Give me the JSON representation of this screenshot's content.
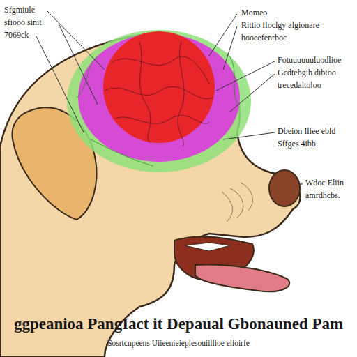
{
  "diagram": {
    "title": "ggpeanioa PangIact it Depaual Gbonauned Pam",
    "caption": "Sosrtcnpeens Uiieenieieplesouiillioe elioirfe",
    "labels": [
      "Sfgmiule",
      "sfiooo sinit",
      "7069ck",
      "Momeo",
      "Rittio floclgy algionare",
      "hooeefenrboc",
      "Fotuuuuuuluodlioe",
      "Gcdtebgih dibtoo",
      "trecedaltoloo",
      "Dbeion Iliee ebld",
      "Sffges 4ibb",
      "Wdoc Eliin",
      "amrdhcbs."
    ]
  }
}
